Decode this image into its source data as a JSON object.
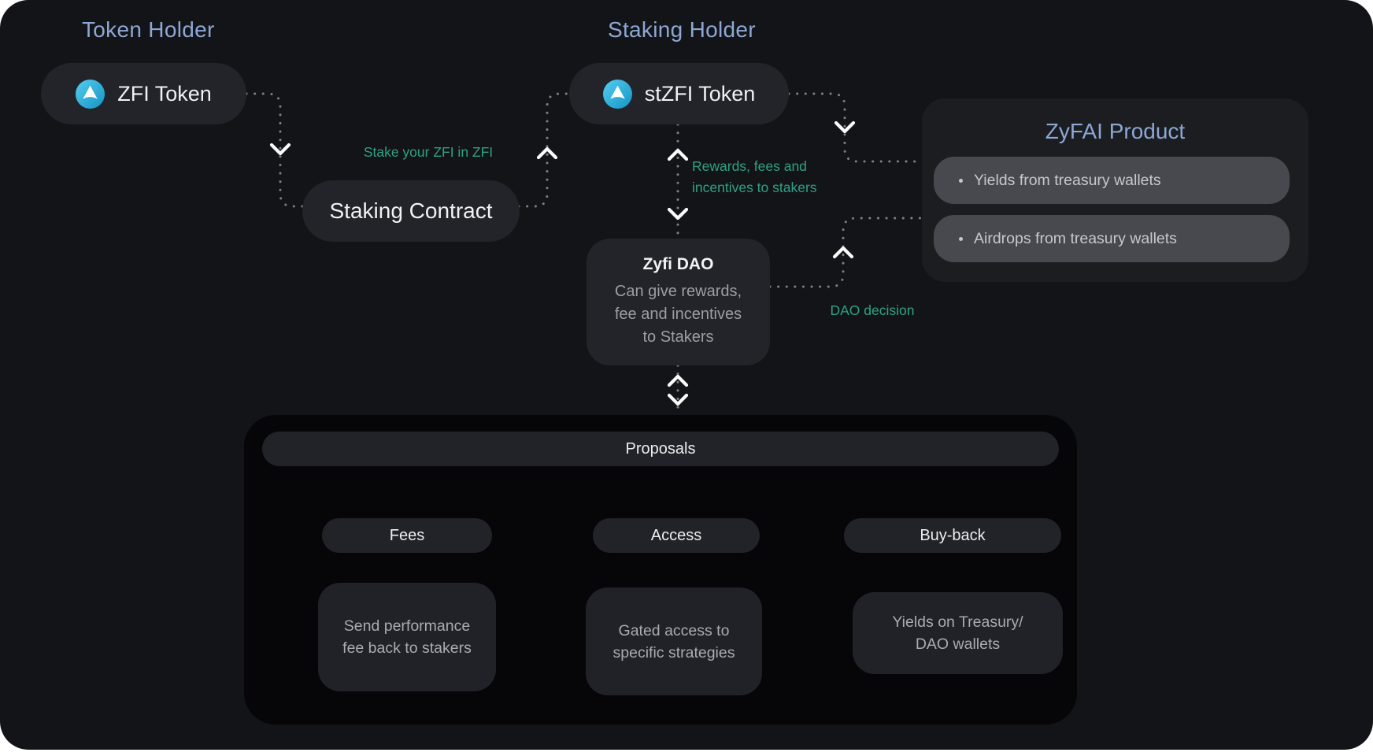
{
  "diagram": {
    "headings": {
      "token_holder": "Token Holder",
      "staking_holder": "Staking Holder"
    },
    "nodes": {
      "zfi_token": {
        "label": "ZFI Token",
        "icon": "zfi-token-icon (arrow-up-circle)"
      },
      "stzfi_token": {
        "label": "stZFI Token",
        "icon": "zfi-token-icon (arrow-up-circle)"
      },
      "staking_contract": {
        "label": "Staking Contract"
      },
      "zyfi_dao": {
        "title": "Zyfi DAO",
        "description": "Can give rewards,\nfee and incentives\nto Stakers"
      },
      "proposals": {
        "label": "Proposals"
      }
    },
    "edge_labels": {
      "stake": "Stake your ZFI in ZFI",
      "rewards": "Rewards, fees and\nincentives to stakers",
      "dao_decision": "DAO decision"
    },
    "zyfai_product": {
      "title": "ZyFAI Product",
      "items": [
        "Yields from treasury wallets",
        "Airdrops from treasury wallets"
      ]
    },
    "proposal_branches": [
      {
        "label": "Fees",
        "description": "Send performance\nfee back to stakers"
      },
      {
        "label": "Access",
        "description": "Gated access to\nspecific strategies"
      },
      {
        "label": "Buy-back",
        "description": "Yields on Treasury/\nDAO wallets"
      }
    ],
    "colors": {
      "background": "#131417",
      "card": "#222429",
      "panel_dark": "#060608",
      "zyfai_panel": "#1b1d21",
      "inner_pill": "#47494f",
      "accent_blue": "#8da7d4",
      "accent_green": "#2fa185",
      "token_icon_gradient_start": "#55cdf0",
      "token_icon_gradient_end": "#1494c4",
      "dotted_line": "#7e8087"
    }
  }
}
